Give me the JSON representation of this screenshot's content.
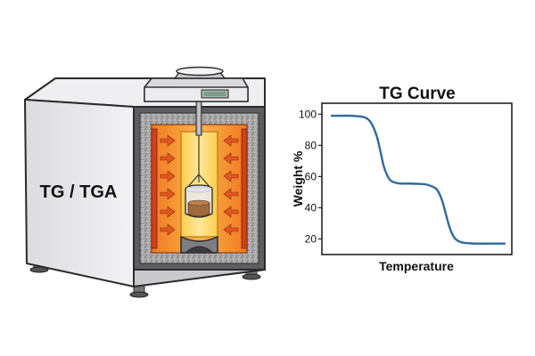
{
  "instrument": {
    "label": "TG / TGA"
  },
  "colors": {
    "cabinet": "#e6e6e8",
    "cabinet_side": "#bfbfc3",
    "furnace_orange": "#f39a2e",
    "furnace_hot": "#ffd15a",
    "arrow": "#e2561f",
    "insulation": "#9c9c9c",
    "curve": "#2f6aa0",
    "sample": "#a06a3c"
  },
  "icons": {
    "balance": "balance-icon",
    "crucible": "crucible-icon",
    "heat_arrow": "heat-arrow-icon"
  },
  "chart_data": {
    "type": "line",
    "title": "TG Curve",
    "xlabel": "Temperature",
    "ylabel": "Weight %",
    "yticks": [
      "100",
      "80",
      "60",
      "40",
      "20"
    ],
    "ylim": [
      10,
      107
    ],
    "x": [
      0,
      5,
      10,
      15,
      20,
      23,
      26,
      28,
      30,
      32,
      34,
      37,
      40,
      45,
      50,
      55,
      60,
      62,
      64,
      66,
      68,
      70,
      72,
      75,
      80,
      85,
      90,
      95,
      100
    ],
    "series": [
      {
        "values": [
          99,
          99,
          99,
          98.7,
          97.5,
          94,
          86,
          77,
          67,
          61,
          57.5,
          56,
          55.5,
          55.5,
          55.3,
          54.8,
          52.5,
          49.5,
          44,
          36,
          28,
          22.5,
          19.5,
          17.8,
          17.2,
          17,
          17,
          17,
          17
        ]
      }
    ],
    "grid": false
  }
}
